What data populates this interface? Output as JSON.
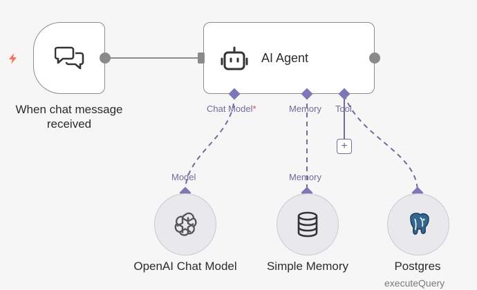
{
  "nodes": {
    "trigger": {
      "label_line1": "When chat message",
      "label_line2": "received",
      "icon": "chat-bubbles-icon"
    },
    "agent": {
      "title": "AI Agent",
      "icon": "robot-icon"
    },
    "openai": {
      "label": "OpenAI Chat Model",
      "port_label": "Model",
      "icon": "openai-logo-icon"
    },
    "memory": {
      "label": "Simple Memory",
      "port_label": "Memory",
      "icon": "database-icon"
    },
    "postgres": {
      "label": "Postgres",
      "subtitle": "executeQuery",
      "icon": "postgres-elephant-icon"
    }
  },
  "agent_ports": {
    "chat_model": "Chat Model",
    "chat_model_required": "*",
    "memory": "Memory",
    "tool": "Tool"
  },
  "add_tool": "+",
  "colors": {
    "connection": "#6f6a9c",
    "main_link": "#8a8a8a",
    "trigger_bolt": "#ff6d5a",
    "required": "#e0443e",
    "postgres_blue": "#336791"
  }
}
